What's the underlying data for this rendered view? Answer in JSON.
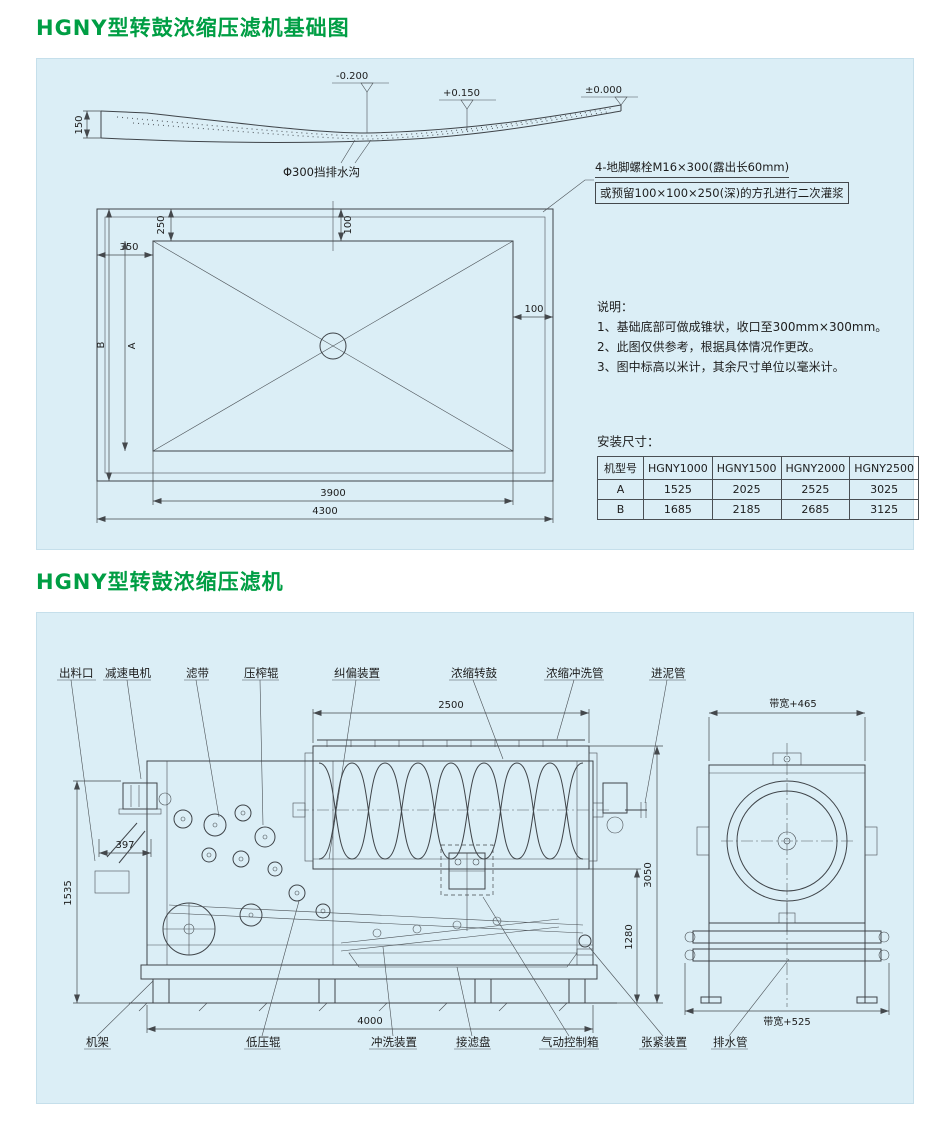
{
  "page": {
    "title_foundation": "HGNY型转鼓浓缩压滤机基础图",
    "title_machine": "HGNY型转鼓浓缩压滤机"
  },
  "colors": {
    "title_green": "#009e44",
    "panel_bg": "#dbeef6",
    "line": "#3f4449"
  },
  "foundation_drawing": {
    "elevation_minus": "-0.200",
    "elevation_plus": "+0.150",
    "elevation_zero": "±0.000",
    "dim_150": "150",
    "drain_label": "Φ300挡排水沟",
    "anchor_line1": "4-地脚螺栓M16×300(露出长60mm)",
    "anchor_line2": "或预留100×100×250(深)的方孔进行二次灌浆",
    "dim_350": "350",
    "dim_250": "250",
    "dim_100_top": "100",
    "dim_100_right": "100",
    "dim_A": "A",
    "dim_B": "B",
    "dim_3900": "3900",
    "dim_4300": "4300",
    "notes_title": "说明：",
    "note1": "1、基础底部可做成锥状，收口至300mm×300mm。",
    "note2": "2、此图仅供参考，根据具体情况作更改。",
    "note3": "3、图中标高以米计，其余尺寸单位以毫米计。",
    "table_title": "安装尺寸：",
    "table": {
      "headers": [
        "机型号",
        "HGNY1000",
        "HGNY1500",
        "HGNY2000",
        "HGNY2500"
      ],
      "rows": [
        {
          "name": "A",
          "v1": "1525",
          "v2": "2025",
          "v3": "2525",
          "v4": "3025"
        },
        {
          "name": "B",
          "v1": "1685",
          "v2": "2185",
          "v3": "2685",
          "v4": "3125"
        }
      ]
    }
  },
  "machine_drawing": {
    "labels_top": {
      "outlet": "出料口",
      "motor": "减速电机",
      "belt": "滤带",
      "press_roller": "压榨辊",
      "correction": "纠偏装置",
      "drum": "浓缩转鼓",
      "flush_pipe": "浓缩冲洗管",
      "inlet": "进泥管"
    },
    "labels_bottom": {
      "frame": "机架",
      "low_roller": "低压辊",
      "washer": "冲洗装置",
      "tray": "接滤盘",
      "control_box": "气动控制箱",
      "tensioner": "张紧装置",
      "drain": "排水管"
    },
    "dims": {
      "d2500": "2500",
      "d397": "397",
      "d1535": "1535",
      "d3050": "3050",
      "d1280": "1280",
      "d4000": "4000",
      "belt_top": "带宽+465",
      "belt_bottom": "带宽+525"
    }
  }
}
